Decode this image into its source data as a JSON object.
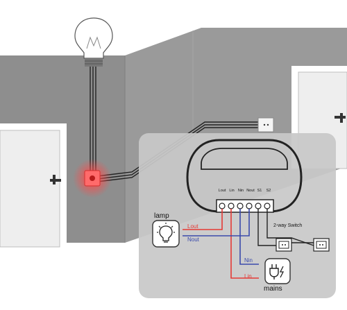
{
  "module": {
    "terminals": [
      "Lout",
      "Lin",
      "Nin",
      "Nout",
      "S1",
      "S2"
    ]
  },
  "labels": {
    "lamp": "lamp",
    "lout": "Lout",
    "nout": "Nout",
    "nin": "Nin",
    "lin": "Lin",
    "mains": "mains",
    "switch": "2-way Switch"
  },
  "icons": {
    "bulb": "light-bulb-icon",
    "lamp": "lamp-icon",
    "mains": "mains-plug-icon",
    "switch": "wall-switch-icon",
    "junction": "junction-box-icon",
    "doors": "door-icon"
  },
  "colors": {
    "live": "#e53935",
    "neutral": "#3949ab",
    "wire": "#222222",
    "wall_dark": "#8e8e8e",
    "wall_mid": "#9d9d9d",
    "panel": "#c9c9c9",
    "junction_glow": "#ff3b3b"
  }
}
